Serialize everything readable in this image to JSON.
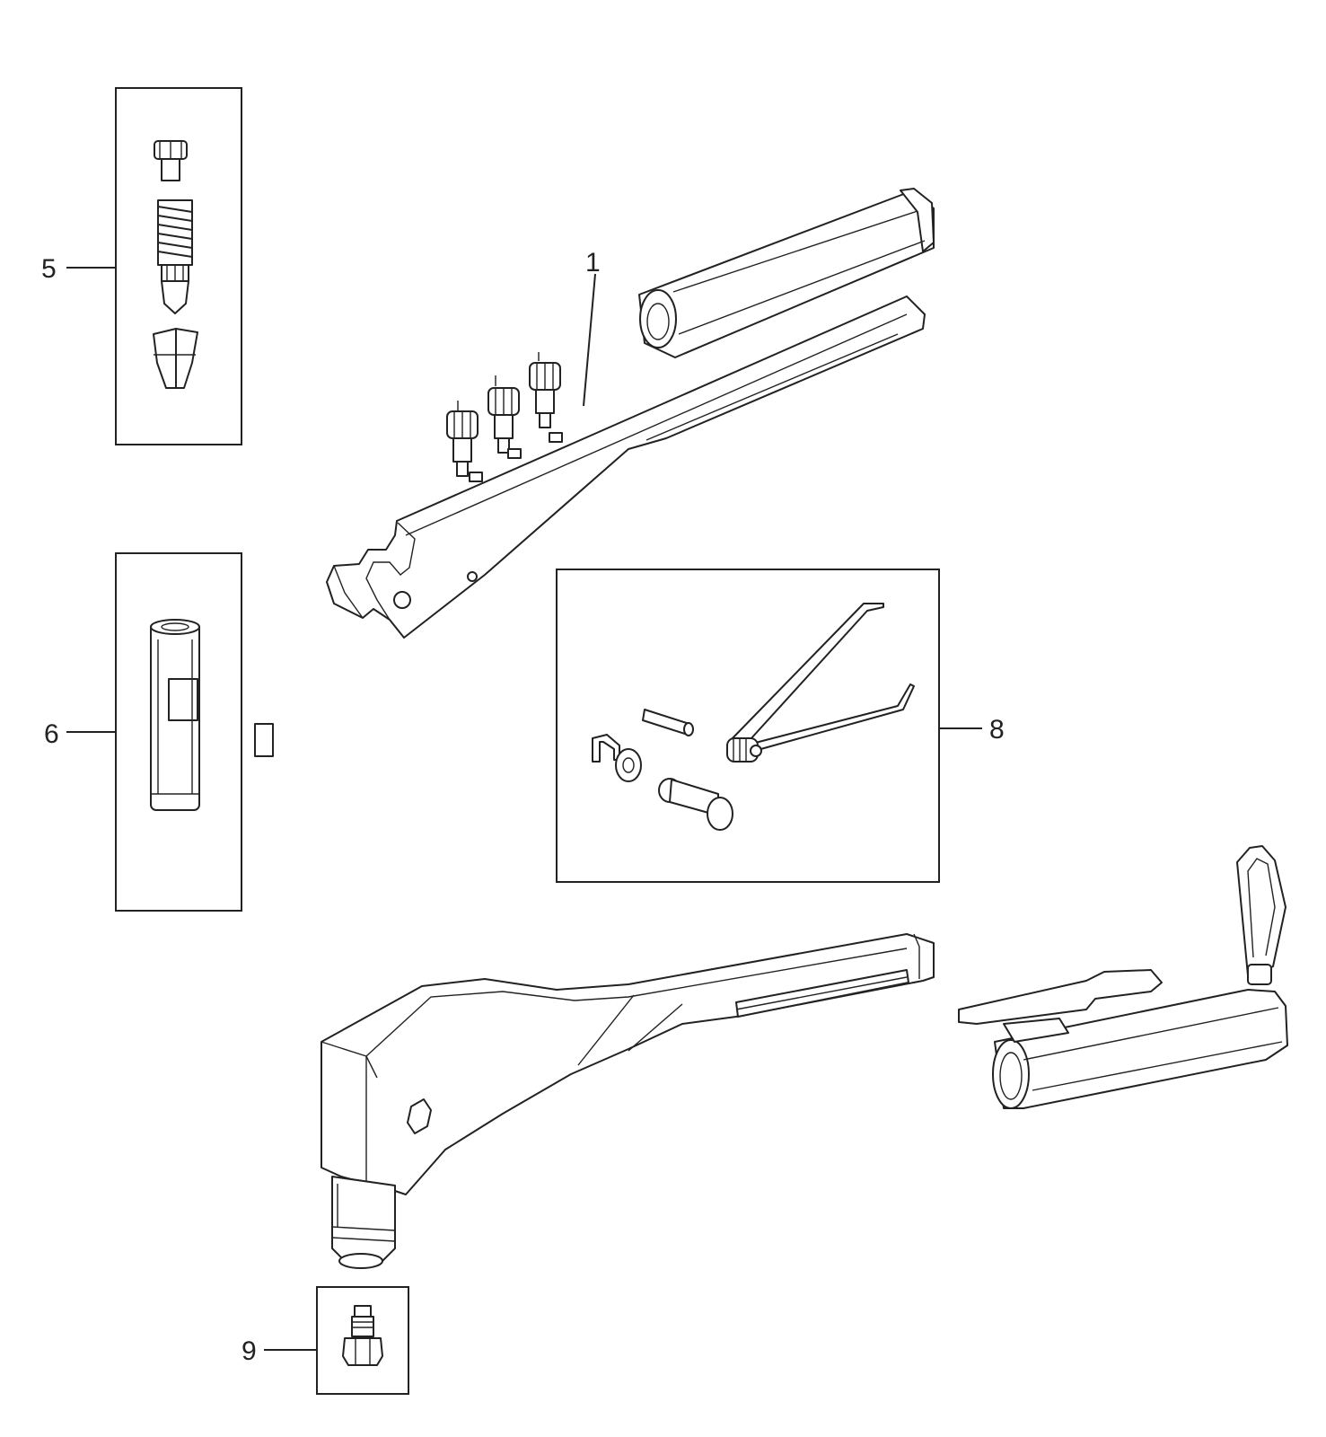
{
  "callouts": {
    "c1": "1",
    "c5": "5",
    "c6": "6",
    "c8": "8",
    "c9": "9"
  },
  "colors": {
    "line": "#222222",
    "background": "#ffffff"
  }
}
